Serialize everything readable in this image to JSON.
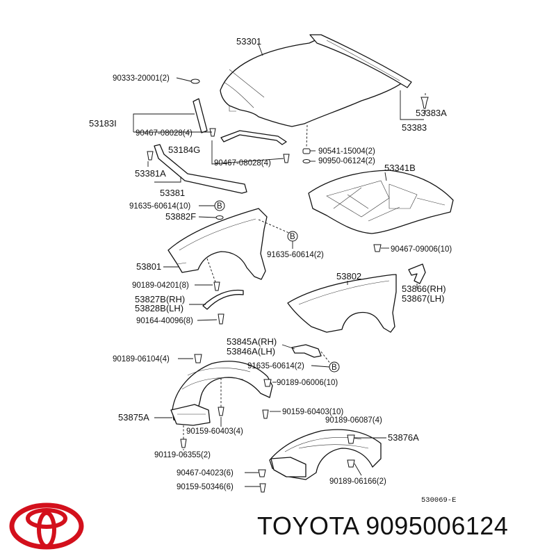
{
  "diagram": {
    "code": "530069-E",
    "callouts": {
      "hood": "53301",
      "bolt_20001": "90333-20001(2)",
      "seal_53183": "53183I",
      "clip_08028_a": "90467-08028(4)",
      "seal_53184g": "53184G",
      "clip_08028_b": "90467-08028(4)",
      "seal_53381a": "53381A",
      "seal_53381": "53381",
      "weather_53383": "53383",
      "clip_53383a": "53383A",
      "grommet_15004": "90541-15004(2)",
      "clip_06124": "90950-06124(2)",
      "insulator_53341b": "53341B",
      "clip_09006": "90467-09006(10)",
      "screw_60614_top": "91635-60614(10)",
      "ref_b": "B",
      "pad_53882f": "53882F",
      "screw_60614_mid": "91635-60614(2)",
      "fender_53801": "53801",
      "bolt_04201": "90189-04201(8)",
      "seal_53827b": "53827B(RH)",
      "seal_53828b": "53828B(LH)",
      "screw_40096": "90164-40096(8)",
      "fender_53802": "53802",
      "bracket_53866": "53866(RH)",
      "bracket_53867": "53867(LH)",
      "bracket_53845a": "53845A(RH)",
      "bracket_53846a": "53846A(LH)",
      "screw_60614_low": "91635-60614(2)",
      "bolt_06104": "90189-06104(4)",
      "bolt_06006": "90189-06006(10)",
      "liner_53875a": "53875A",
      "screw_60403_a": "90159-60403(10)",
      "screw_60403_b": "90159-60403(4)",
      "bolt_06087": "90189-06087(4)",
      "liner_53876a": "53876A",
      "screw_06355": "90119-06355(2)",
      "clip_04023": "90467-04023(6)",
      "bolt_06166": "90189-06166(2)",
      "screw_50346": "90159-50346(6)"
    }
  },
  "brand": {
    "logo": "toyota-emblem-icon",
    "logo_color": "#d3101c",
    "caption": "TOYOTA 9095006124"
  }
}
